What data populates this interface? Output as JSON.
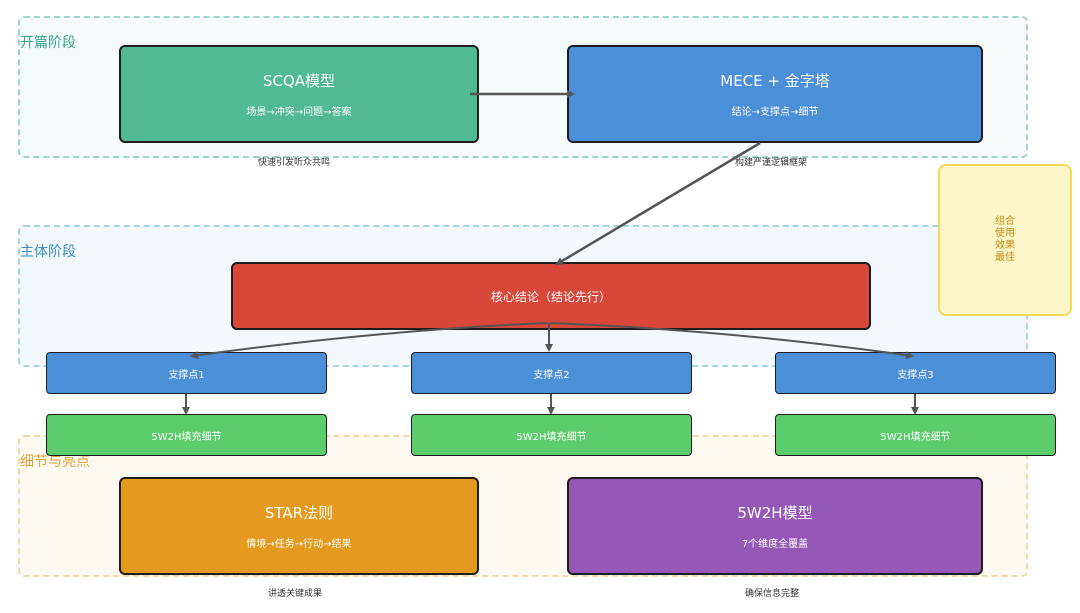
{
  "stages": {
    "opening": "开篇阶段",
    "main": "主体阶段",
    "detail": "细节与亮点"
  },
  "boxes": {
    "scqa": {
      "title": "SCQA模型",
      "sub": "场景→冲突→问题→答案",
      "caption": "快速引发听众共鸣"
    },
    "mece": {
      "title": "MECE + 金字塔",
      "sub": "结论→支撑点→细节",
      "caption": "构建严谨逻辑框架"
    },
    "core": {
      "title": "核心结论（结论先行）"
    },
    "supports": [
      "支撑点1",
      "支撑点2",
      "支撑点3"
    ],
    "fills": [
      "5W2H填充细节",
      "5W2H填充细节",
      "5W2H填充细节"
    ],
    "star": {
      "title": "STAR法则",
      "sub": "情境→任务→行动→结果",
      "caption": "讲透关键成果"
    },
    "w2h": {
      "title": "5W2H模型",
      "sub": "7个维度全覆盖",
      "caption": "确保信息完整"
    }
  },
  "note": {
    "text": "组合使用效果最佳"
  },
  "colors": {
    "scqa": "#52b995",
    "mece": "#4b8fd9",
    "core": "#d9463a",
    "support": "#4b8fd9",
    "fill": "#5ccd6c",
    "star": "#e49a1f",
    "w2h": "#9658b6",
    "arrow": "#555555"
  }
}
